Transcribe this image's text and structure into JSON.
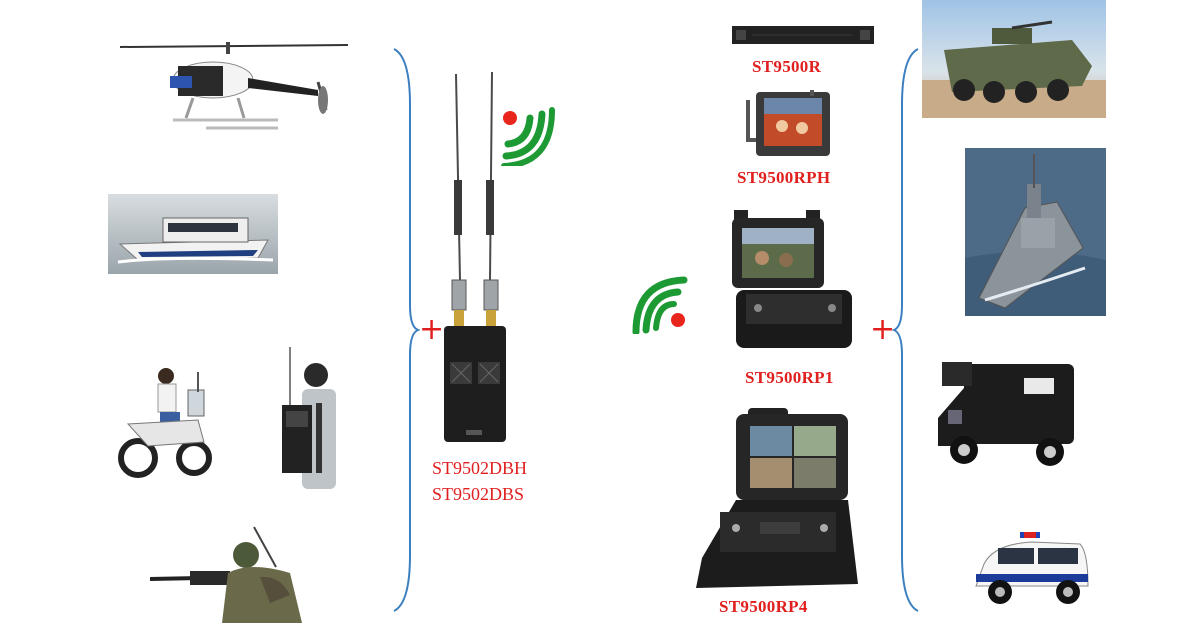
{
  "left_platforms": [
    {
      "name": "helicopter"
    },
    {
      "name": "patrol-boat"
    },
    {
      "name": "motorcycle"
    },
    {
      "name": "backpack-soldier"
    },
    {
      "name": "rifleman"
    }
  ],
  "transmitter": {
    "model_lines": [
      "ST9502DBH",
      "ST9502DBS"
    ]
  },
  "receivers": [
    {
      "model": "ST9500R"
    },
    {
      "model": "ST9500RPH"
    },
    {
      "model": "ST9500RP1"
    },
    {
      "model": "ST9500RP4"
    }
  ],
  "right_platforms": [
    {
      "name": "armored-vehicle"
    },
    {
      "name": "warship"
    },
    {
      "name": "police-van"
    },
    {
      "name": "police-car"
    }
  ],
  "colors": {
    "label_red": "#e0201f",
    "brace_blue": "#3b7fc0",
    "signal_green": "#1e9a35",
    "signal_dot": "#e8261c"
  },
  "symbols": {
    "plus": "+"
  }
}
